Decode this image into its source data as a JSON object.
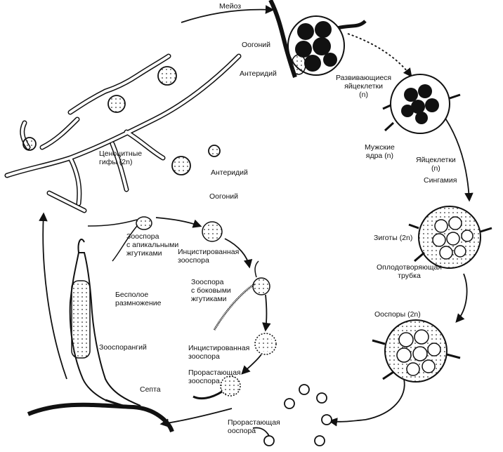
{
  "labels": {
    "meiosis": "Мейоз",
    "oogonium_top": "Оогоний",
    "antheridium_top": "Антеридий",
    "developing_eggs": [
      "Развивающиеся",
      "яйцеклетки",
      "(n)"
    ],
    "male_nuclei": [
      "Мужские",
      "ядра (n)"
    ],
    "eggs": [
      "Яйцеклетки",
      "(n)"
    ],
    "syngamy": "Сингамия",
    "zygotes": "Зиготы (2n)",
    "fertilization_tube": [
      "Оплодотворяющая",
      "трубка"
    ],
    "oospores": "Ооспоры (2n)",
    "germinating_oospore": [
      "Прорастающая",
      "ооспора"
    ],
    "coenocytic_hyphae": [
      "Ценоцитные",
      "гифы (2n)"
    ],
    "antheridium_left": "Антеридий",
    "oogonium_left": "Оогоний",
    "zoospore_apical": [
      "Зооспора",
      "с апикальными",
      "жгутиками"
    ],
    "encysted_zoospore_1": [
      "Инцистированная",
      "зооспора"
    ],
    "zoospore_lateral": [
      "Зооспора",
      "с боковыми",
      "жгутиками"
    ],
    "encysted_zoospore_2": [
      "Инцистированная",
      "зооспора"
    ],
    "germinating_zoospore": [
      "Прорастающая",
      "зооспора"
    ],
    "asexual_reproduction": [
      "Бесполое",
      "размножение"
    ],
    "zoosporangium": "Зооспорангий",
    "septum": "Септа"
  },
  "colors": {
    "ink": "#111111",
    "background": "#ffffff"
  }
}
